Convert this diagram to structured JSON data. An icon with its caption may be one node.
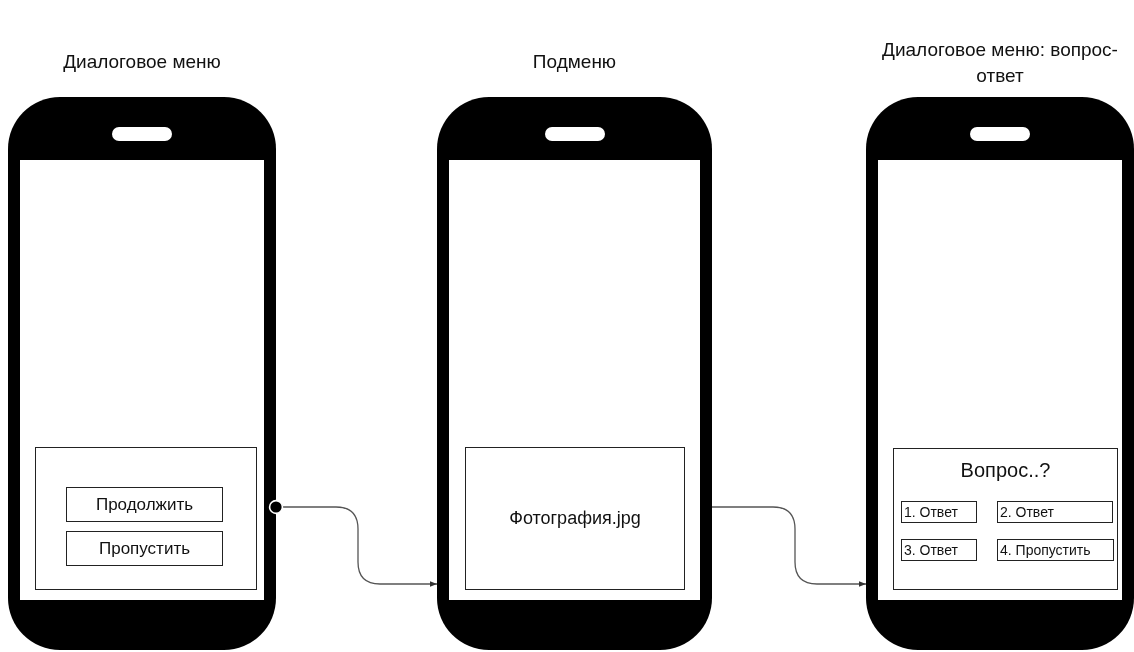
{
  "diagram": {
    "nodes": [
      {
        "text": [
          "Диалоговое меню"
        ]
      },
      {
        "text": [],
        "shape": "box",
        "in": 0
      },
      {
        "text": [
          "Продолжить"
        ],
        "in": 1
      },
      {
        "text": [
          "Пропустить"
        ],
        "in": 1
      },
      {
        "text": [
          "Подменю"
        ]
      },
      {
        "text": [
          "Фотография.jpg"
        ],
        "in": 4
      },
      {
        "text": [
          "Диалоговое меню: вопрос-ответ"
        ]
      },
      {
        "text": [
          "Вопрос..?"
        ],
        "in": 6
      },
      {
        "text": [
          "1. Ответ"
        ],
        "in": 7
      },
      {
        "text": [
          "2. Ответ"
        ],
        "in": 7
      },
      {
        "text": [
          "3. Ответ"
        ],
        "in": 7
      },
      {
        "text": [
          "4. Пропустить"
        ],
        "in": 7
      }
    ],
    "edges": [
      {
        "from": 0,
        "to": 4,
        "arrow": "to"
      },
      {
        "from": 4,
        "to": 6,
        "arrow": "to"
      }
    ]
  }
}
